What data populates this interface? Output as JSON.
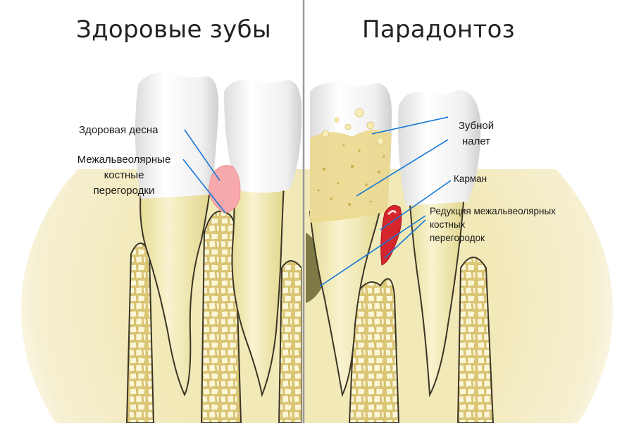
{
  "titles": {
    "left": "Здоровые зубы",
    "right": "Парадонтоз"
  },
  "labels": {
    "healthy_gum": "Здоровая десна",
    "interalveolar_septa": [
      "Межальвеолярные",
      "костные",
      "перегородки"
    ],
    "plaque": [
      "Зубной",
      "налет"
    ],
    "pocket": "Карман",
    "septa_reduction": [
      "Редукция межальвеолярных",
      "костных",
      "перегородок"
    ]
  },
  "colors": {
    "enamel": "#f4f4f4",
    "root": "#f3edb9",
    "root_outline": "#3a3526",
    "bone_cell": "#f8f2c8",
    "bone_bg": "#e7d78e",
    "gum_healthy": "#f7a8ad",
    "pocket": "#d5262d",
    "plaque": "#e8d68a",
    "pointer_line": "#1577d6",
    "divider": "#9a9a9a"
  }
}
